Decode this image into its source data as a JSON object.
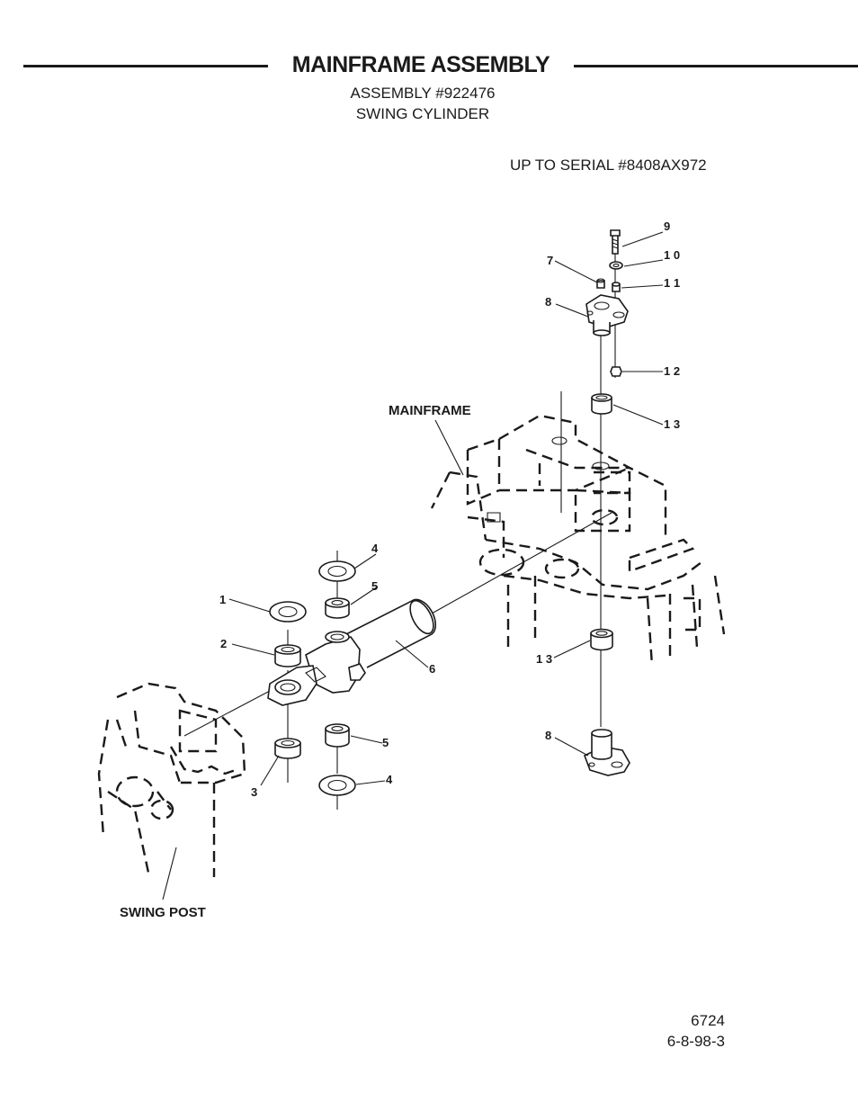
{
  "header": {
    "title": "MAINFRAME  ASSEMBLY",
    "assembly_number": "ASSEMBLY #922476",
    "assembly_name": "SWING CYLINDER"
  },
  "serial_note": "UP TO SERIAL #8408AX972",
  "diagram": {
    "component_labels": {
      "mainframe": "MAINFRAME",
      "swing_post": "SWING POST"
    },
    "callouts": {
      "c1": "1",
      "c2": "2",
      "c3": "3",
      "c4_top": "4",
      "c4_bottom": "4",
      "c5_top": "5",
      "c5_bottom": "5",
      "c6": "6",
      "c7": "7",
      "c8_top": "8",
      "c8_bottom": "8",
      "c9": "9",
      "c10": "1 0",
      "c11": "1 1",
      "c12": "1 2",
      "c13_top": "1 3",
      "c13_bottom": "1 3"
    }
  },
  "footer": {
    "drawing_number": "6724",
    "date_code": "6-8-98-3"
  }
}
